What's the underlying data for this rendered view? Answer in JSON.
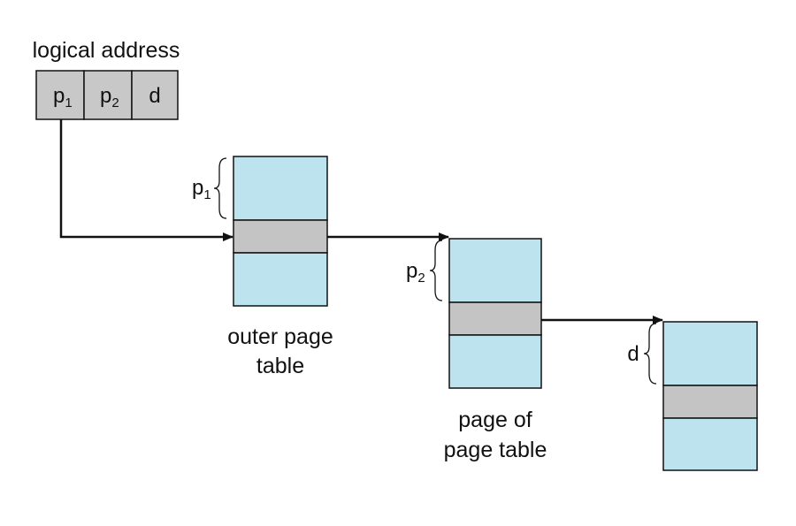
{
  "colors": {
    "field_fill": "#c8c8c8",
    "table_fill": "#bde3ee",
    "entry_fill": "#c4c4c4",
    "stroke": "#111111",
    "arrow": "#111111"
  },
  "logical_address": {
    "title": "logical address",
    "fields": [
      {
        "base": "p",
        "sub": "1"
      },
      {
        "base": "p",
        "sub": "2"
      },
      {
        "base": "d",
        "sub": ""
      }
    ]
  },
  "tables": [
    {
      "name": "outer-page-table",
      "label_lines": [
        "outer page",
        "table"
      ],
      "offset_base": "p",
      "offset_sub": "1"
    },
    {
      "name": "page-of-page-table",
      "label_lines": [
        "page of",
        "page table"
      ],
      "offset_base": "p",
      "offset_sub": "2"
    },
    {
      "name": "page",
      "label_lines": [],
      "offset_base": "d",
      "offset_sub": ""
    }
  ]
}
